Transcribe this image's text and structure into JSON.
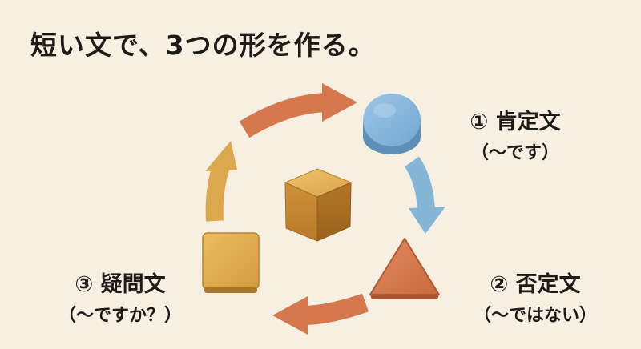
{
  "title": "短い文で、3つの形を作る。",
  "nodes": [
    {
      "id": "affirmative",
      "number": "①",
      "name": "肯定文",
      "form": "（〜です）",
      "shape": "blue-circle-icon",
      "color": "#82b3d8"
    },
    {
      "id": "negative",
      "number": "②",
      "name": "否定文",
      "form": "（〜ではない）",
      "shape": "orange-triangle-icon",
      "color": "#d6784e"
    },
    {
      "id": "question",
      "number": "③",
      "name": "疑問文",
      "form": "（〜ですか？）",
      "shape": "yellow-square-icon",
      "color": "#dca84e"
    }
  ],
  "center": {
    "shape": "wood-cube-icon",
    "color": "#d9a24a"
  },
  "arrows": {
    "top": "#d6784e",
    "right": "#86b6d6",
    "bottom": "#d6784e",
    "left": "#dca84e"
  }
}
